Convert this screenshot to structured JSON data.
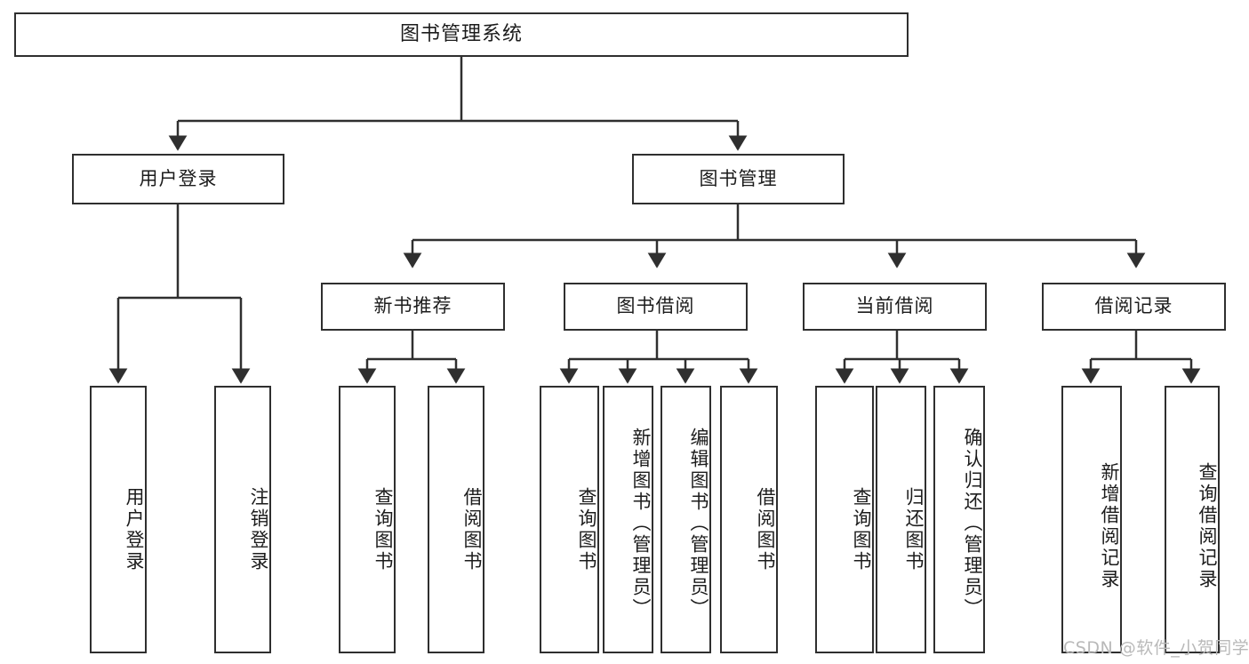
{
  "diagram": {
    "title": "图书管理系统",
    "type": "tree-hierarchy-chart",
    "watermark": "CSDN @软件_小贺同学",
    "colors": {
      "border": "#2f2f2f",
      "text": "#1c1c1c",
      "background": "#ffffff",
      "connector": "#2f2f2f",
      "watermark": "#b9b9b9"
    }
  },
  "nodes": {
    "root": {
      "label": "图书管理系统"
    },
    "level1": [
      {
        "id": "user-login",
        "label": "用户登录"
      },
      {
        "id": "book-management",
        "label": "图书管理"
      }
    ],
    "level2": [
      {
        "id": "new-book-recommend",
        "label": "新书推荐"
      },
      {
        "id": "book-borrow",
        "label": "图书借阅"
      },
      {
        "id": "current-borrow",
        "label": "当前借阅"
      },
      {
        "id": "borrow-record",
        "label": "借阅记录"
      }
    ],
    "leaves": {
      "user_login": [
        {
          "id": "leaf-user-login",
          "label": "用户登录"
        },
        {
          "id": "leaf-logout-login",
          "label": "注销登录"
        }
      ],
      "new_book_recommend": [
        {
          "id": "leaf-query-book-1",
          "label": "查询图书"
        },
        {
          "id": "leaf-borrow-book-1",
          "label": "借阅图书"
        }
      ],
      "book_borrow": [
        {
          "id": "leaf-query-book-2",
          "label": "查询图书"
        },
        {
          "id": "leaf-add-book",
          "label": "新增图书（管理员）"
        },
        {
          "id": "leaf-edit-book",
          "label": "编辑图书（管理员）"
        },
        {
          "id": "leaf-borrow-book-2",
          "label": "借阅图书"
        }
      ],
      "current_borrow": [
        {
          "id": "leaf-query-book-3",
          "label": "查询图书"
        },
        {
          "id": "leaf-return-book",
          "label": "归还图书"
        },
        {
          "id": "leaf-confirm-return",
          "label": "确认归还（管理员）"
        }
      ],
      "borrow_record": [
        {
          "id": "leaf-add-record",
          "label": "新增借阅记录"
        },
        {
          "id": "leaf-query-record",
          "label": "查询借阅记录"
        }
      ]
    }
  }
}
